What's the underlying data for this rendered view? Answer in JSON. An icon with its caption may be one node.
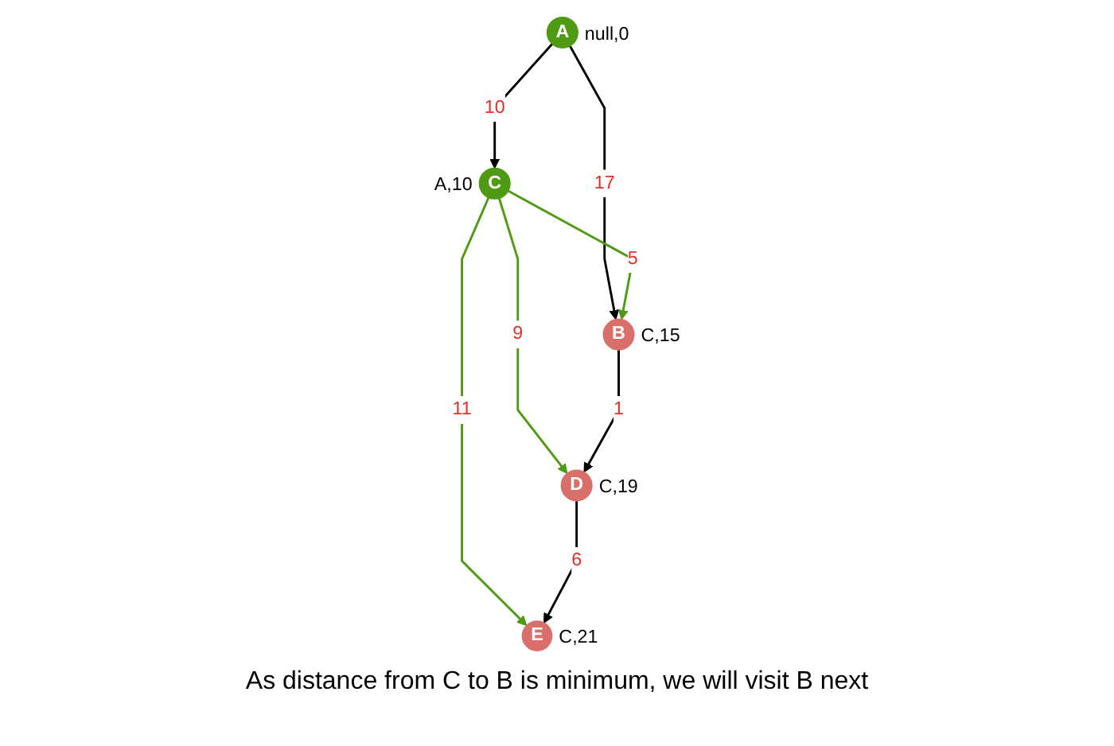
{
  "diagram": {
    "caption": "As distance from C to B is minimum, we will visit B next",
    "nodes": [
      {
        "text": [
          "A"
        ],
        "beside": [
          "null,0"
        ]
      },
      {
        "text": [
          "C"
        ],
        "beside": [
          "A,10"
        ]
      },
      {
        "text": [
          "B"
        ],
        "beside": [
          "C,15"
        ]
      },
      {
        "text": [
          "D"
        ],
        "beside": [
          "C,19"
        ]
      },
      {
        "text": [
          "E"
        ],
        "beside": [
          "C,21"
        ]
      }
    ],
    "edges": [
      {
        "from": 0,
        "to": 1,
        "arrow": "to",
        "label": "10"
      },
      {
        "from": 0,
        "to": 2,
        "arrow": "to",
        "label": "17"
      },
      {
        "from": 1,
        "to": 2,
        "arrow": "to",
        "label": "5",
        "color": "#4e9a12"
      },
      {
        "from": 1,
        "to": 3,
        "arrow": "to",
        "label": "9",
        "color": "#4e9a12"
      },
      {
        "from": 1,
        "to": 4,
        "arrow": "to",
        "label": "11",
        "color": "#4e9a12"
      },
      {
        "from": 2,
        "to": 3,
        "arrow": "to",
        "label": "1"
      },
      {
        "from": 3,
        "to": 4,
        "arrow": "to",
        "label": "6"
      }
    ]
  }
}
